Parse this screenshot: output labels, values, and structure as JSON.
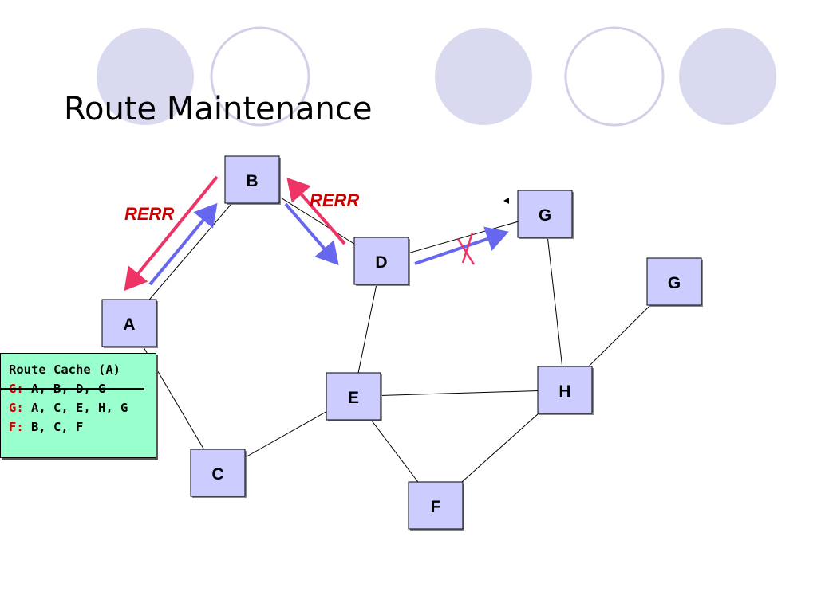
{
  "slide": {
    "title": "Route Maintenance"
  },
  "nodes": [
    {
      "id": "B",
      "label": "B"
    },
    {
      "id": "G1",
      "label": "G"
    },
    {
      "id": "D",
      "label": "D"
    },
    {
      "id": "G2",
      "label": "G"
    },
    {
      "id": "A",
      "label": "A"
    },
    {
      "id": "E",
      "label": "E"
    },
    {
      "id": "H",
      "label": "H"
    },
    {
      "id": "C",
      "label": "C"
    },
    {
      "id": "F",
      "label": "F"
    }
  ],
  "links": [
    [
      "A",
      "B"
    ],
    [
      "B",
      "D"
    ],
    [
      "D",
      "G1"
    ],
    [
      "D",
      "E"
    ],
    [
      "G1",
      "H"
    ],
    [
      "A",
      "C"
    ],
    [
      "C",
      "E"
    ],
    [
      "E",
      "H"
    ],
    [
      "E",
      "F"
    ],
    [
      "F",
      "H"
    ],
    [
      "H",
      "G2"
    ]
  ],
  "rerr_labels": {
    "left": "RERR",
    "right": "RERR"
  },
  "route_cache": {
    "title": "Route Cache (A)",
    "entries": [
      {
        "key": "G:",
        "route": "A, B, D, G",
        "struck": true
      },
      {
        "key": "G:",
        "route": "A, C, E, H, G",
        "struck": false
      },
      {
        "key": "F:",
        "route": "B, C, F",
        "struck": false
      }
    ]
  },
  "colors": {
    "node_fill": "#ccccff",
    "rerr_arrow": "#ee3366",
    "data_arrow": "#6666ee",
    "rerr_text": "#cc0000",
    "circle_fill": "#d9d9f0",
    "circle_stroke": "#d0d0e8",
    "cache_fill": "#99ffcc"
  }
}
